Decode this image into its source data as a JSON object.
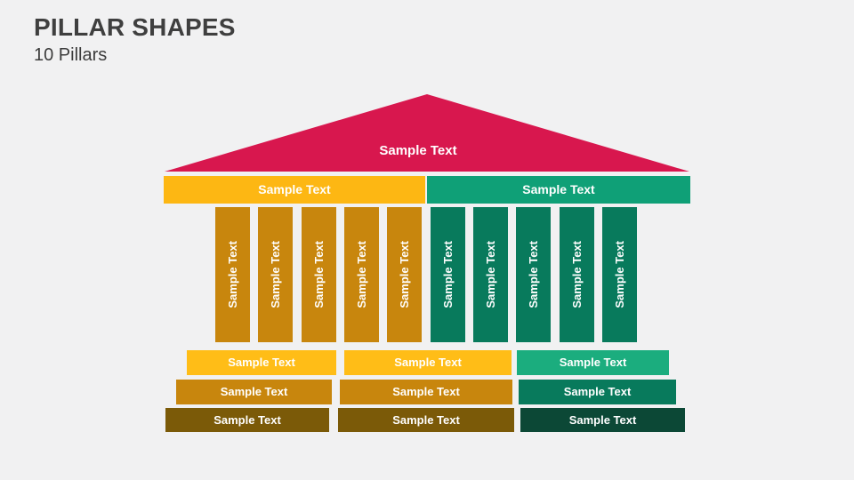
{
  "slide": {
    "title": "PILLAR SHAPES",
    "subtitle": "10 Pillars"
  },
  "colors": {
    "background": "#F1F1F2",
    "title_text": "#3F3F3F",
    "roof_crimson": "#D8174E",
    "amber_entablature": "#FDB713",
    "amber_step1": "#FFBD17",
    "gold_pillar_step2": "#C8860D",
    "brown_step3": "#7B5A08",
    "teal_entablature": "#0FA077",
    "teal_step1": "#1BAD7E",
    "teal_dark_pillar_step2": "#087A5C",
    "green_darkest_step3": "#0C4836",
    "shape_text": "#FFFFFF"
  },
  "diagram": {
    "roof": {
      "label": "Sample Text"
    },
    "entablature": [
      {
        "side": "left",
        "label": "Sample Text"
      },
      {
        "side": "right",
        "label": "Sample Text"
      }
    ],
    "pillars": [
      {
        "group": "gold",
        "label": "Sample Text"
      },
      {
        "group": "gold",
        "label": "Sample Text"
      },
      {
        "group": "gold",
        "label": "Sample Text"
      },
      {
        "group": "gold",
        "label": "Sample Text"
      },
      {
        "group": "gold",
        "label": "Sample Text"
      },
      {
        "group": "teal",
        "label": "Sample Text"
      },
      {
        "group": "teal",
        "label": "Sample Text"
      },
      {
        "group": "teal",
        "label": "Sample Text"
      },
      {
        "group": "teal",
        "label": "Sample Text"
      },
      {
        "group": "teal",
        "label": "Sample Text"
      }
    ],
    "steps": [
      {
        "row": 1,
        "bars": [
          {
            "label": "Sample Text"
          },
          {
            "label": "Sample Text"
          },
          {
            "label": "Sample Text"
          }
        ]
      },
      {
        "row": 2,
        "bars": [
          {
            "label": "Sample Text"
          },
          {
            "label": "Sample Text"
          },
          {
            "label": "Sample Text"
          }
        ]
      },
      {
        "row": 3,
        "bars": [
          {
            "label": "Sample Text"
          },
          {
            "label": "Sample Text"
          },
          {
            "label": "Sample Text"
          }
        ]
      }
    ]
  }
}
